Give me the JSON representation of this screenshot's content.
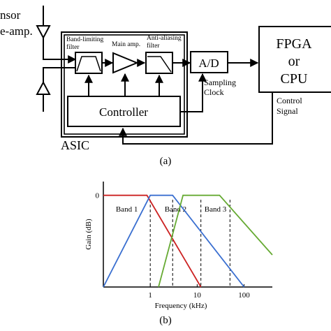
{
  "diagram_a": {
    "sensor_label_line1": "nsor",
    "sensor_label_line2": "e-amp.",
    "band_limiting_line1": "Band-limiting",
    "band_limiting_line2": "filter",
    "main_amp": "Main amp.",
    "anti_aliasing_line1": "Anti-aliasing",
    "anti_aliasing_line2": "filter",
    "ad": "A/D",
    "sampling_line1": "Sampling",
    "sampling_line2": "Clock",
    "fpga_line1": "FPGA",
    "fpga_line2": "or",
    "fpga_line3": "CPU",
    "control_line1": "Control",
    "control_line2": "Signal",
    "controller": "Controller",
    "asic": "ASIC",
    "caption": "(a)"
  },
  "chart_b": {
    "caption": "(b)"
  },
  "chart_data": {
    "type": "line",
    "xscale": "log",
    "xlabel": "Frequency (kHz)",
    "ylabel": "Gain (dB)",
    "x_ticks": [
      "1",
      "10",
      "100"
    ],
    "y_ticks": [
      "0"
    ],
    "band_labels": [
      "Band 1",
      "Band 2",
      "Band 3"
    ],
    "band_boundaries_khz": [
      1,
      3,
      12,
      50
    ],
    "series": [
      {
        "color": "#cc2222",
        "points": [
          [
            0.1,
            0
          ],
          [
            0.85,
            0
          ],
          [
            12,
            -100
          ]
        ]
      },
      {
        "color": "#3a6fd0",
        "points": [
          [
            0.1,
            -100
          ],
          [
            1,
            0
          ],
          [
            3,
            0
          ],
          [
            100,
            -100
          ]
        ]
      },
      {
        "color": "#66aa33",
        "points": [
          [
            1.5,
            -100
          ],
          [
            5,
            0
          ],
          [
            30,
            0
          ],
          [
            400,
            -65
          ]
        ]
      }
    ],
    "ylim": [
      -100,
      15
    ],
    "grid": false
  }
}
